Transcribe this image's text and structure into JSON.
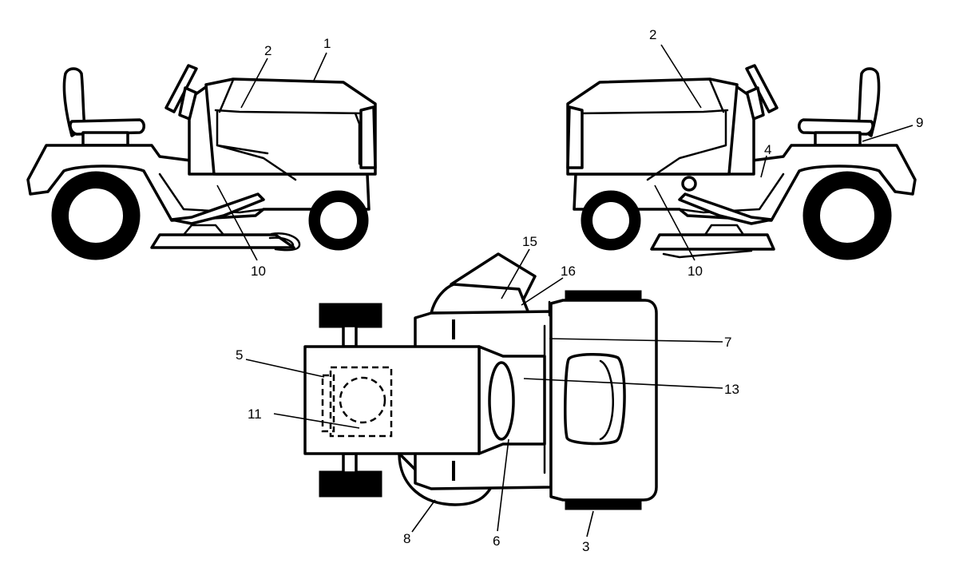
{
  "callouts": {
    "left_1": "1",
    "left_2": "2",
    "left_10": "10",
    "right_2": "2",
    "right_9": "9",
    "right_4": "4",
    "right_10": "10",
    "top_15": "15",
    "top_16": "16",
    "top_7": "7",
    "top_13": "13",
    "top_5": "5",
    "top_11": "11",
    "top_8": "8",
    "top_6": "6",
    "top_3": "3"
  }
}
